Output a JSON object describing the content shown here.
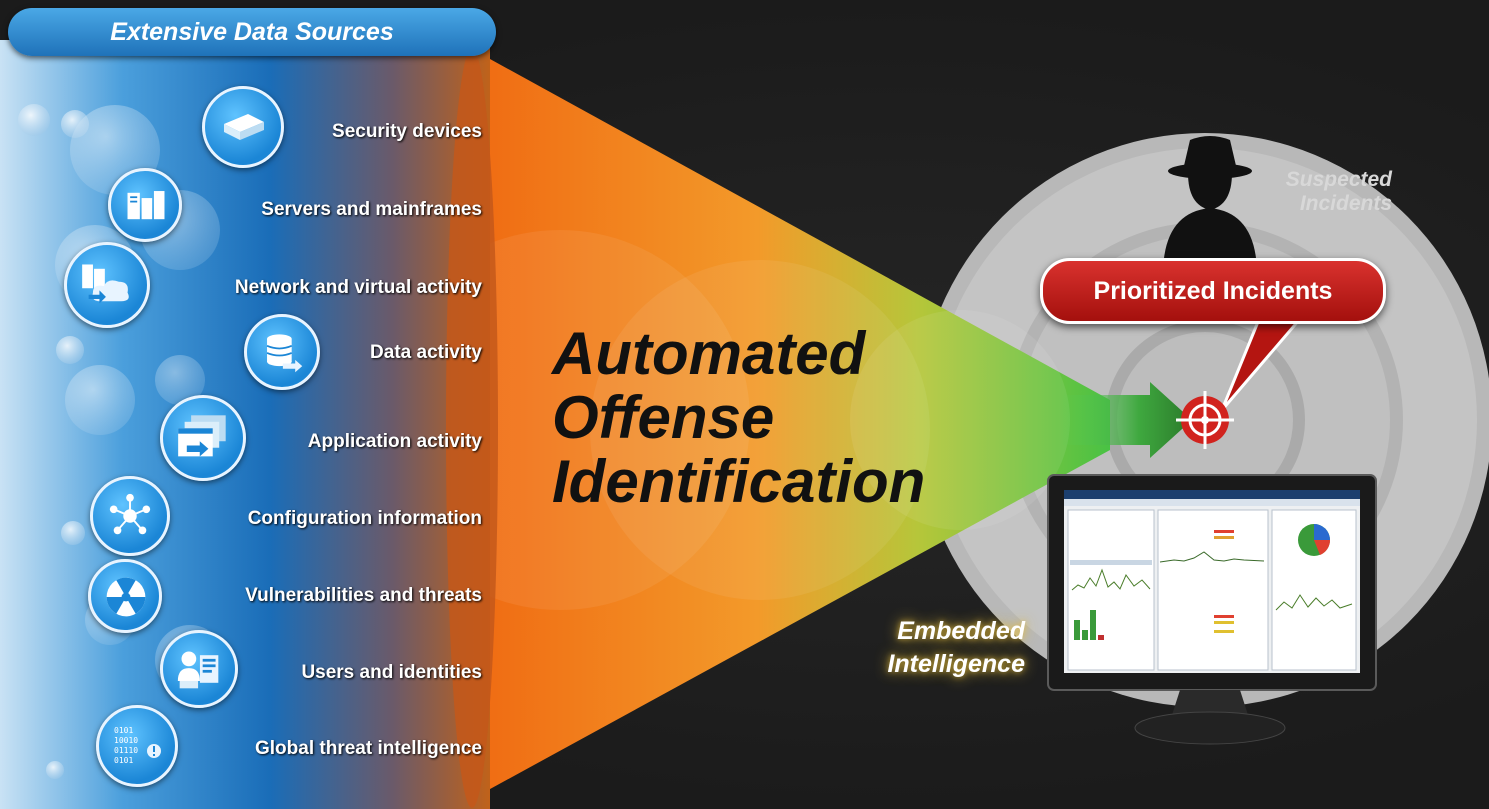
{
  "header": {
    "title": "Extensive Data Sources"
  },
  "sources": [
    {
      "label": "Security devices",
      "icon": "security-device-icon"
    },
    {
      "label": "Servers and mainframes",
      "icon": "server-icon"
    },
    {
      "label": "Network and virtual activity",
      "icon": "network-cloud-icon"
    },
    {
      "label": "Data activity",
      "icon": "database-icon"
    },
    {
      "label": "Application activity",
      "icon": "application-window-icon"
    },
    {
      "label": "Configuration information",
      "icon": "network-node-icon"
    },
    {
      "label": "Vulnerabilities and threats",
      "icon": "radiation-icon"
    },
    {
      "label": "Users and identities",
      "icon": "user-identity-icon"
    },
    {
      "label": "Global threat intelligence",
      "icon": "binary-data-icon"
    }
  ],
  "funnel": {
    "title_line1": "Automated",
    "title_line2": "Offense",
    "title_line3": "Identification"
  },
  "target": {
    "suspected_line1": "Suspected",
    "suspected_line2": "Incidents",
    "callout": "Prioritized Incidents"
  },
  "embedded": {
    "line1": "Embedded",
    "line2": "Intelligence"
  },
  "colors": {
    "header_blue": "#2a86d0",
    "funnel_orange": "#f07a1a",
    "funnel_green": "#4fc244",
    "callout_red": "#c21e1a",
    "target_gray": "#bdbdbd"
  }
}
